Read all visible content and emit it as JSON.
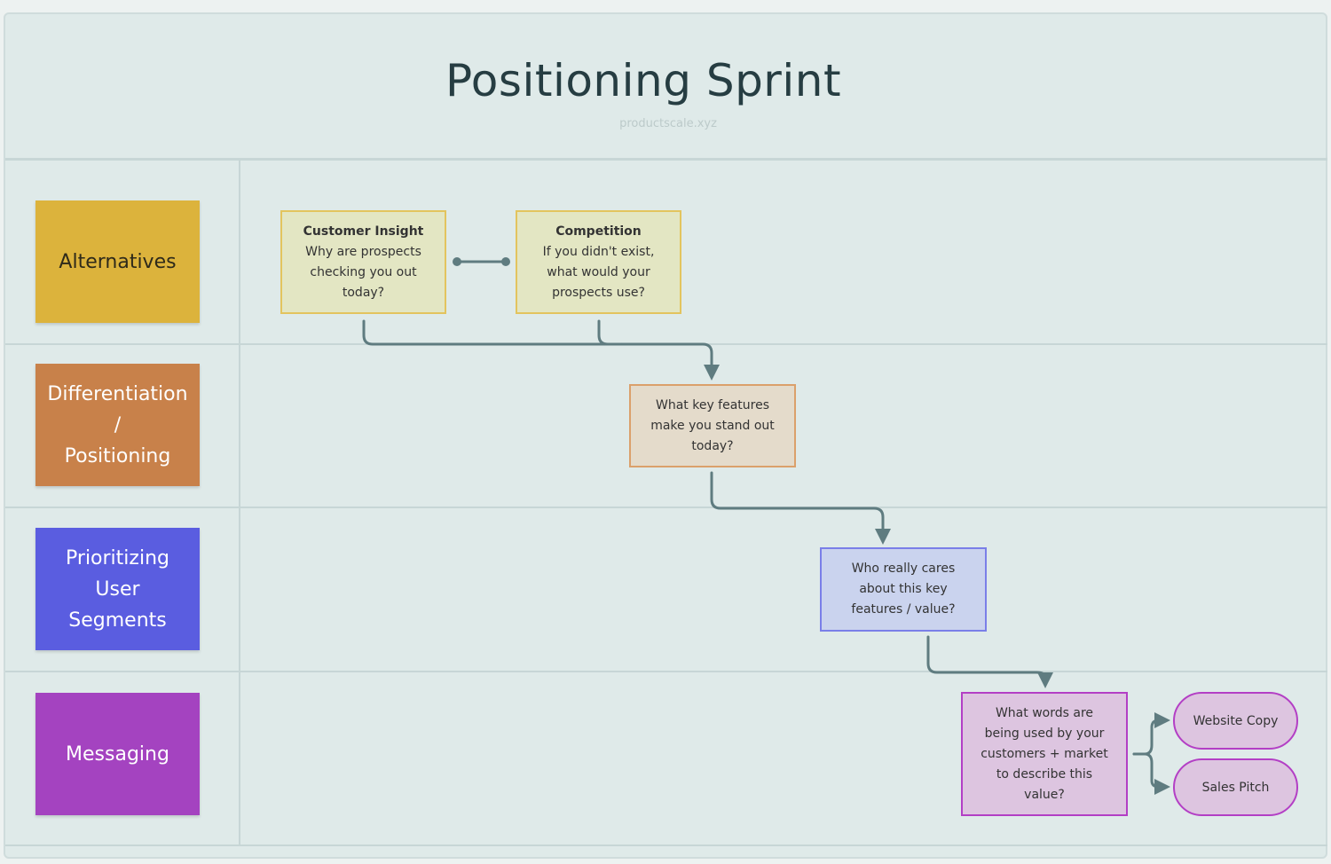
{
  "title": "Positioning Sprint",
  "subtitle": "productscale.xyz",
  "lanes": [
    {
      "label": "Alternatives",
      "color": "#dcb33c",
      "text_color": "#2e2a1a"
    },
    {
      "label": "Differentiation\n/\nPositioning",
      "color": "#c8814a",
      "text_color": "#ffffff"
    },
    {
      "label": "Prioritizing\nUser\nSegments",
      "color": "#5a5de0",
      "text_color": "#ffffff"
    },
    {
      "label": "Messaging",
      "color": "#a443c0",
      "text_color": "#ffffff"
    }
  ],
  "nodes": {
    "customer_insight": {
      "heading": "Customer Insight",
      "text": "Why are prospects\nchecking you out\ntoday?"
    },
    "competition": {
      "heading": "Competition",
      "text": "If you didn't exist,\nwhat would your\nprospects use?"
    },
    "key_features": {
      "text": "What key features\nmake you stand out\ntoday?"
    },
    "who_cares": {
      "text": "Who really cares\nabout this key\nfeatures / value?"
    },
    "words_used": {
      "text": "What words are\nbeing used by your\ncustomers + market\nto describe this\nvalue?"
    }
  },
  "outputs": {
    "website_copy": "Website Copy",
    "sales_pitch": "Sales Pitch"
  },
  "colors": {
    "connector": "#5f7c80",
    "yellow_fill": "#e3e6c3",
    "yellow_border": "#e3c45e",
    "orange_fill": "#e4dbcb",
    "orange_border": "#dba06b",
    "blue_fill": "#cad3ee",
    "blue_border": "#7a7fe8",
    "purple_fill": "#ddc5e0",
    "purple_border": "#b33fc5"
  }
}
